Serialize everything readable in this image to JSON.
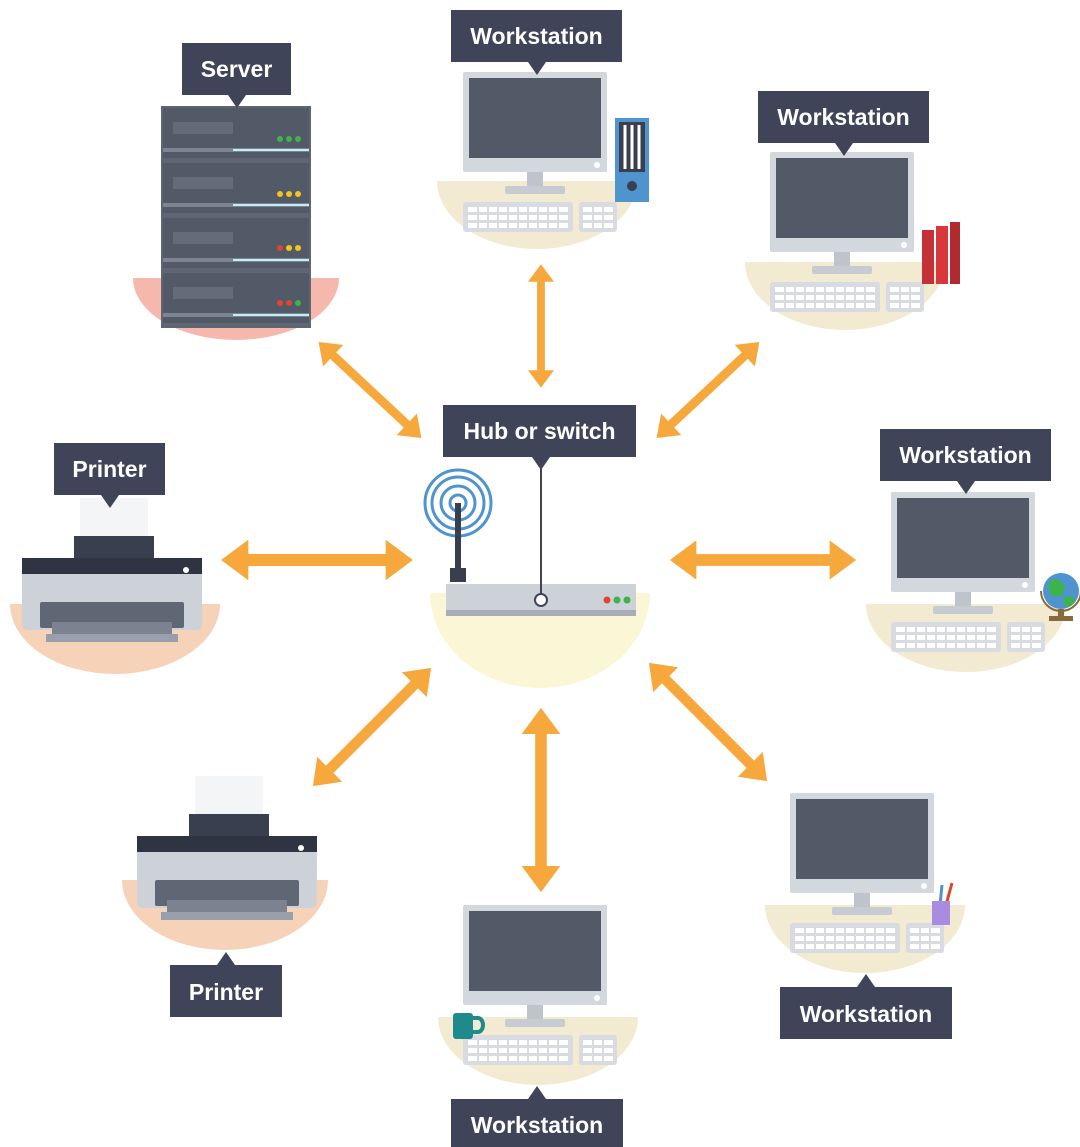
{
  "labels": {
    "server": "Server",
    "hub": "Hub or switch",
    "ws_top": "Workstation",
    "ws_top_right": "Workstation",
    "ws_right": "Workstation",
    "ws_bottom_right": "Workstation",
    "ws_bottom": "Workstation",
    "printer_left": "Printer",
    "printer_bottom_left": "Printer"
  },
  "colors": {
    "label_bg": "#3f4459",
    "arrow": "#f7a83c",
    "screen": "#535a67",
    "monitor_body": "#d3d7de",
    "desk_plate": "#f3ead2",
    "server_plate": "#f6b7ad",
    "printer_plate": "#f6d2b8",
    "hub_plate": "#fbf7d6",
    "led_green": "#3cb44a",
    "led_yellow": "#f6c21c",
    "led_red": "#e2452f",
    "wifi": "#4f93cf"
  },
  "icons": [
    "server-icon",
    "hub-icon",
    "wifi-antenna-icon",
    "workstation-icon",
    "printer-icon",
    "binder-icon",
    "books-icon",
    "globe-icon",
    "pencil-cup-icon",
    "mug-icon",
    "double-arrow-icon"
  ]
}
